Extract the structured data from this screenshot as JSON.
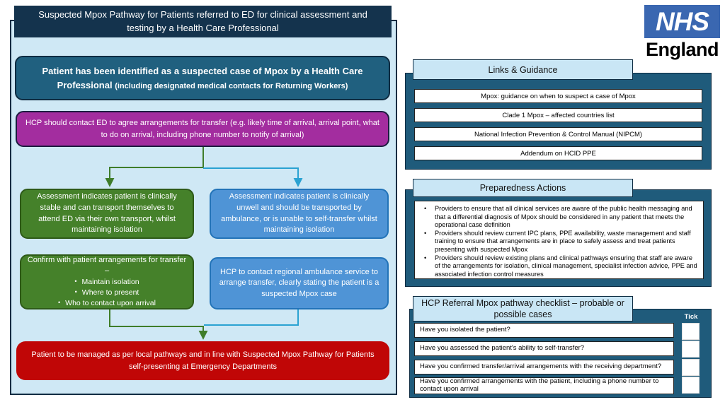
{
  "colors": {
    "page_bg": "#ffffff",
    "panel_bg": "#cfe8f5",
    "navy": "#0e2c42",
    "title_bg": "#14334d",
    "patient_bg": "#20607f",
    "magenta": "#a32d9f",
    "magenta_border": "#1c1c40",
    "green": "#45812a",
    "green_border": "#2e5a18",
    "blue": "#4f94d6",
    "blue_border": "#2273b8",
    "red": "#c00606",
    "container_bg": "#1f5b7b",
    "header_bg": "#c9e6f5",
    "connector_green": "#3f7d2a",
    "connector_cyan": "#2aa2d2",
    "nhs_blue": "#3a67b1"
  },
  "logo": {
    "nhs": "NHS",
    "england": "England"
  },
  "flowchart": {
    "title": "Suspected Mpox Pathway for Patients referred to ED for clinical assessment and testing by a Health Care Professional",
    "patient": {
      "main": "Patient has been identified as a suspected case of Mpox by a Health Care Professional ",
      "note": "(including designated medical contacts for Returning Workers)"
    },
    "hcp_contact": "HCP should contact ED to agree arrangements for transfer (e.g. likely time of arrival, arrival point, what to do on arrival, including phone number to notify of arrival)",
    "stable": "Assessment indicates patient is clinically stable and can transport themselves to attend ED via their own transport, whilst maintaining isolation",
    "unwell": "Assessment indicates patient is clinically unwell and should be transported by ambulance, or is unable to self-transfer whilst maintaining isolation",
    "confirm": {
      "heading": "Confirm with patient arrangements for transfer –",
      "bullets": [
        "Maintain isolation",
        "Where to present",
        "Who to contact upon arrival"
      ]
    },
    "ambulance": "HCP to contact regional ambulance service to arrange transfer, clearly stating the patient is a suspected Mpox case",
    "managed": "Patient to be managed as per local pathways and in line with Suspected Mpox Pathway for Patients self-presenting at Emergency Departments"
  },
  "links_guidance": {
    "title": "Links & Guidance",
    "items": [
      "Mpox: guidance on when to suspect a case of Mpox",
      "Clade 1 Mpox – affected countries list",
      "National Infection Prevention & Control Manual (NIPCM)",
      "Addendum on HCID PPE"
    ]
  },
  "preparedness": {
    "title": "Preparedness Actions",
    "bullets": [
      "Providers to ensure that all clinical services are aware of the public health messaging and that a differential diagnosis of Mpox should be considered in any patient that meets the operational case definition",
      "Providers should review current IPC plans, PPE availability, waste management and staff training to ensure that arrangements are in place to safely assess and treat patients presenting with suspected Mpox",
      "Providers should review existing plans and clinical pathways ensuring that staff are aware of the arrangements for isolation, clinical management, specialist infection advice,  PPE and associated infection control measures"
    ]
  },
  "checklist": {
    "title": "HCP Referral Mpox pathway checklist – probable or possible cases",
    "tick_label": "Tick",
    "items": [
      "Have you isolated the patient?",
      "Have you assessed the patient's ability to self-transfer?",
      "Have you confirmed transfer/arrival arrangements with the receiving department?",
      "Have you confirmed arrangements with the patient, including a phone number to contact upon arrival"
    ]
  }
}
